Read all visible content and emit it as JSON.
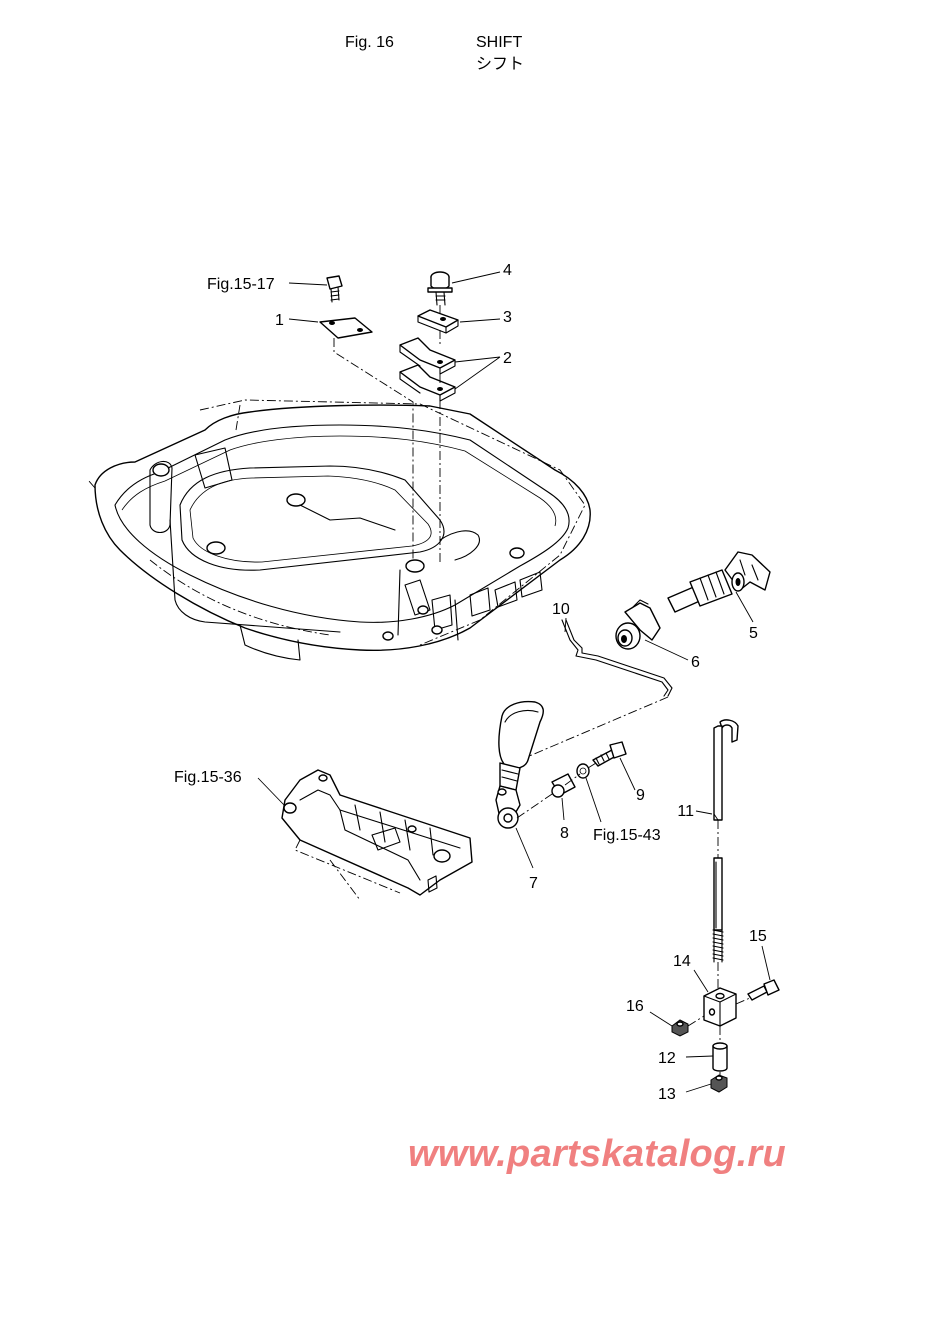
{
  "header": {
    "figure_number": "Fig. 16",
    "title_en": "SHIFT",
    "title_jp": "シフト"
  },
  "references": {
    "fig_15_17": "Fig.15-17",
    "fig_15_36": "Fig.15-36",
    "fig_15_43": "Fig.15-43"
  },
  "callouts": {
    "p1": "1",
    "p2": "2",
    "p3": "3",
    "p4": "4",
    "p5": "5",
    "p6": "6",
    "p7": "7",
    "p8": "8",
    "p9": "9",
    "p10": "10",
    "p11": "11",
    "p12": "12",
    "p13": "13",
    "p14": "14",
    "p15": "15",
    "p16": "16"
  },
  "watermark": "www.partskatalog.ru",
  "colors": {
    "watermark": "#f08080",
    "line": "#000000",
    "background": "#ffffff"
  }
}
